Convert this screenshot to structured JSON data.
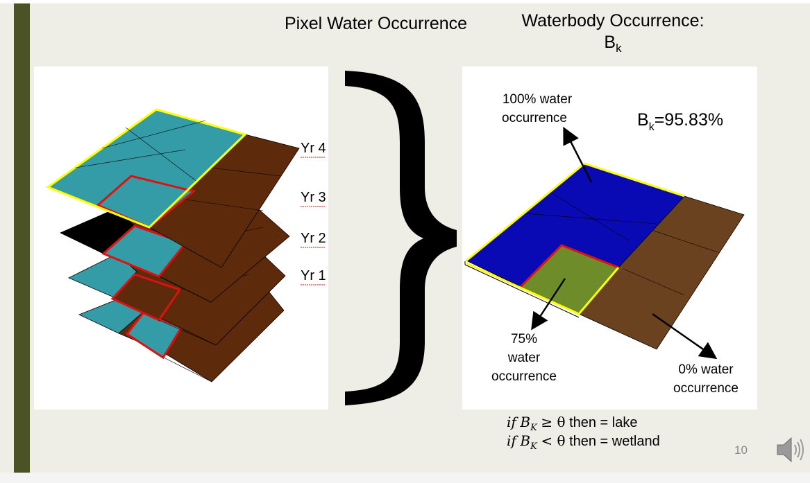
{
  "titles": {
    "pixel_water_occurrence": "Pixel Water Occurrence",
    "waterbody_occurrence_line1": "Waterbody Occurrence:",
    "waterbody_occurrence_symbol": "B",
    "waterbody_occurrence_subscript": "k"
  },
  "layers": {
    "yr4": "Yr 4",
    "yr3": "Yr 3",
    "yr2": "Yr 2",
    "yr1": "Yr 1"
  },
  "result": {
    "bk_symbol": "B",
    "bk_subscript": "k",
    "bk_value": "=95.83%",
    "label_100_line1": "100% water",
    "label_100_line2": "occurrence",
    "label_75_line1": "75%",
    "label_75_line2": "water",
    "label_75_line3": "occurrence",
    "label_0_line1": "0% water",
    "label_0_line2": "occurrence"
  },
  "formulas": {
    "lake_if": "if",
    "lake_b": "B",
    "lake_sub": "K",
    "lake_op": "≥ θ",
    "lake_text": " then = lake",
    "wetland_if": "if",
    "wetland_b": "B",
    "wetland_sub": "K",
    "wetland_op": "< θ",
    "wetland_text": " then = wetland"
  },
  "page_number": "10",
  "colors": {
    "accent_bar": "#4a5226",
    "background": "#eeede6",
    "water_teal": "#349ca6",
    "land_brown": "#5e2a0c",
    "no_data_black": "#000000",
    "highlight_red": "#e01010",
    "highlight_yellow": "#ffff00",
    "waterbody_blue": "#0a0ab4",
    "partial_green": "#6e8c2a",
    "soil_brown": "#6b4220"
  },
  "icons": {
    "speaker": "speaker-icon"
  }
}
